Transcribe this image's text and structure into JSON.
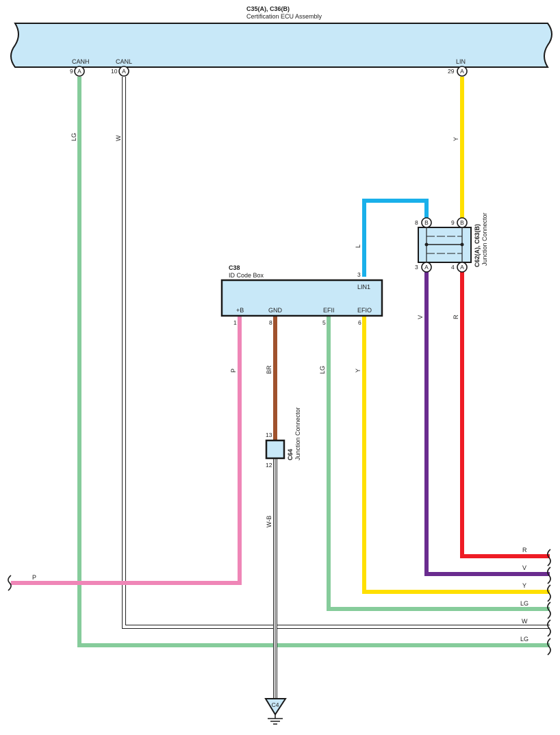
{
  "ecu": {
    "code": "C35(A), C36(B)",
    "name": "Certification ECU Assembly",
    "pins": {
      "canh": {
        "num": "9",
        "conn": "A",
        "name": "CANH"
      },
      "canl": {
        "num": "10",
        "conn": "A",
        "name": "CANL"
      },
      "lin": {
        "num": "29",
        "conn": "A",
        "name": "LIN"
      }
    }
  },
  "idbox": {
    "code": "C38",
    "name": "ID Code Box",
    "lin1": {
      "num": "3",
      "name": "LIN1"
    },
    "b": {
      "num": "1",
      "name": "+B"
    },
    "gnd": {
      "num": "8",
      "name": "GND"
    },
    "efii": {
      "num": "5",
      "name": "EFII"
    },
    "efio": {
      "num": "6",
      "name": "EFIO"
    }
  },
  "jc62": {
    "code": "C62(A), C63(B)",
    "name": "Junction Connector",
    "top_left": {
      "num": "8",
      "conn": "B"
    },
    "top_right": {
      "num": "9",
      "conn": "B"
    },
    "bot_left": {
      "num": "3",
      "conn": "A"
    },
    "bot_right": {
      "num": "4",
      "conn": "A"
    }
  },
  "jc64": {
    "code": "C64",
    "name": "Junction Connector",
    "top_num": "13",
    "bot_num": "12"
  },
  "ground": {
    "code": "C4"
  },
  "wire_labels": {
    "lg_left": "LG",
    "w_left": "W",
    "y_lin": "Y",
    "l_blue": "L",
    "v": "V",
    "r": "R",
    "p": "P",
    "br": "BR",
    "lg_efii": "LG",
    "y_efio": "Y",
    "wb": "W-B",
    "p_left": "P"
  },
  "exits": [
    {
      "label": "R",
      "color": "#ee1c25"
    },
    {
      "label": "V",
      "color": "#6a2c8f"
    },
    {
      "label": "Y",
      "color": "#ffe000"
    },
    {
      "label": "LG",
      "color": "#86cc9b"
    },
    {
      "label": "W",
      "color": "#ffffff"
    },
    {
      "label": "LG",
      "color": "#86cc9b"
    }
  ],
  "colors": {
    "ecu_fill": "#c8e8f8",
    "lg": "#86cc9b",
    "yellow": "#ffe000",
    "blue": "#1ab0ea",
    "violet": "#6a2c8f",
    "red": "#ee1c25",
    "pink": "#ef86b7",
    "brown": "#a0522d"
  },
  "icons": [
    "ground-icon",
    "break-mark-icon",
    "connector-pin-icon",
    "splice-dot-icon"
  ]
}
